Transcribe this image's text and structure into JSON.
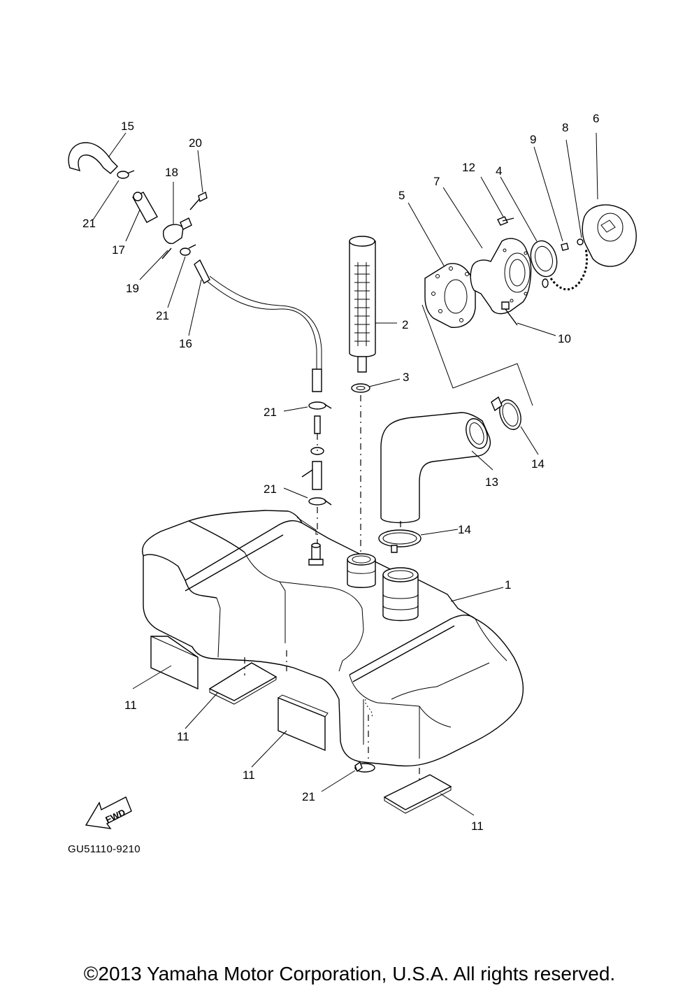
{
  "diagram_code": "GU51110-9210",
  "fwd_label": "FWD",
  "copyright": "©2013 Yamaha Motor Corporation, U.S.A. All rights reserved.",
  "callouts": {
    "c1": "1",
    "c2": "2",
    "c3": "3",
    "c4": "4",
    "c5": "5",
    "c6": "6",
    "c7": "7",
    "c8": "8",
    "c9": "9",
    "c10": "10",
    "c11a": "11",
    "c11b": "11",
    "c11c": "11",
    "c11d": "11",
    "c12": "12",
    "c13": "13",
    "c14a": "14",
    "c14b": "14",
    "c15": "15",
    "c16": "16",
    "c17": "17",
    "c18": "18",
    "c19": "19",
    "c20": "20",
    "c21a": "21",
    "c21b": "21",
    "c21c": "21",
    "c21d": "21",
    "c21e": "21"
  }
}
